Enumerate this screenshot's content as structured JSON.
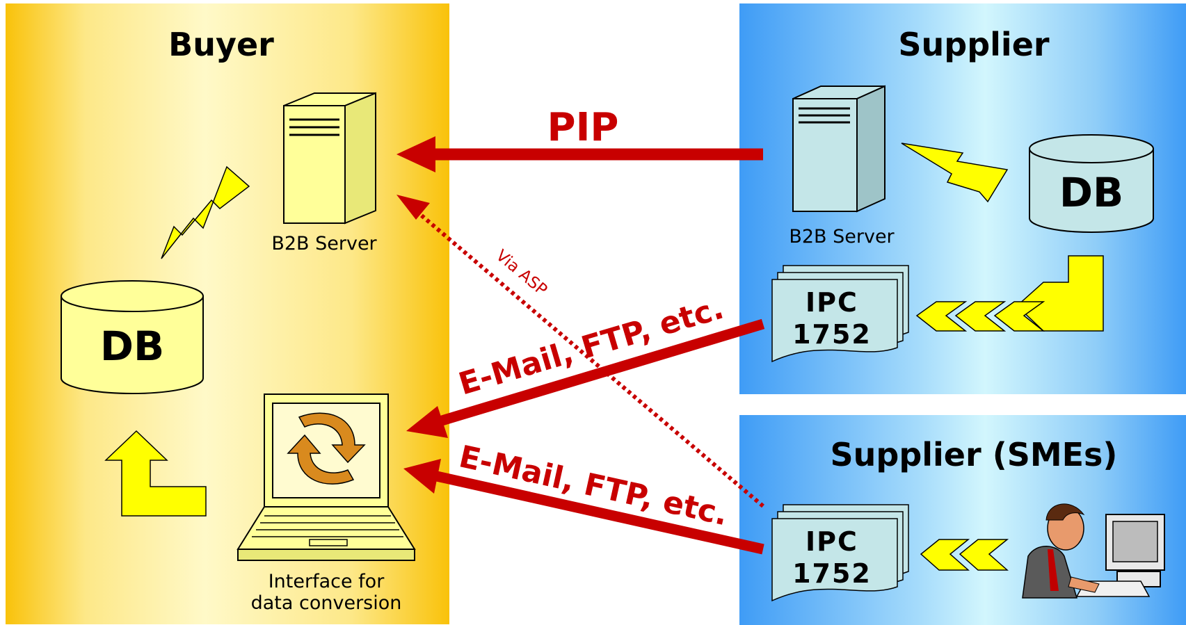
{
  "buyer": {
    "title": "Buyer",
    "server_label": "B2B Server",
    "db_label": "DB",
    "interface_label_line1": "Interface for",
    "interface_label_line2": "data conversion"
  },
  "supplier": {
    "title": "Supplier",
    "server_label": "B2B Server",
    "db_label": "DB",
    "doc_line1": "IPC",
    "doc_line2": "1752"
  },
  "sme": {
    "title": "Supplier (SMEs)",
    "doc_line1": "IPC",
    "doc_line2": "1752"
  },
  "connections": {
    "pip_label": "PIP",
    "email_label_upper": "E-Mail, FTP, etc.",
    "email_label_lower": "E-Mail, FTP, etc.",
    "via_asp_label": "Via ASP"
  },
  "colors": {
    "arrow_red": "#c80000",
    "buyer_panel": "#f9c20a",
    "supplier_panel": "#3f9cf6",
    "lightning_yellow": "#ffff00",
    "server_buyer": "#ffff99",
    "server_supplier": "#c4e6e8"
  }
}
